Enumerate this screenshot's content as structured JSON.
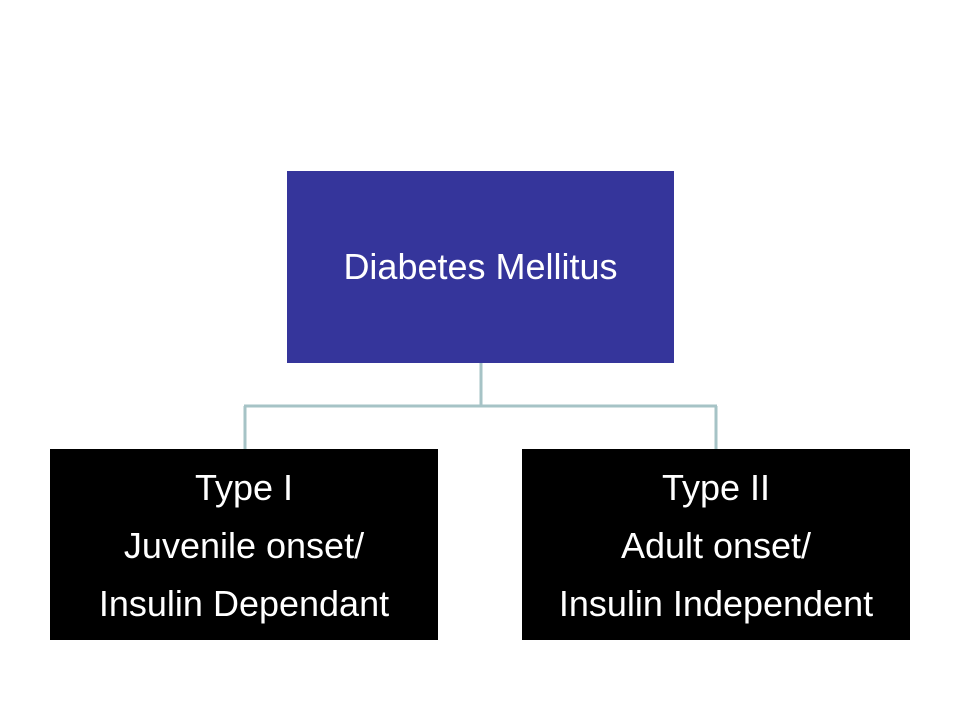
{
  "diagram": {
    "root": {
      "label": "Diabetes Mellitus",
      "color": "#35359b"
    },
    "children": [
      {
        "lines": [
          "Type I",
          "Juvenile onset/",
          "Insulin Dependant"
        ],
        "color": "#000000"
      },
      {
        "lines": [
          "Type II",
          "Adult onset/",
          "Insulin Independent"
        ],
        "color": "#000000"
      }
    ],
    "connector_color": "#a6c3c6"
  }
}
